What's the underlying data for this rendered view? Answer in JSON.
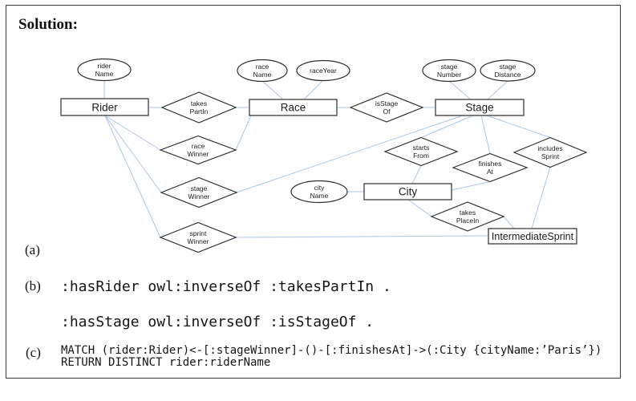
{
  "title": "Solution:",
  "colors": {
    "connector": "#aec6e8",
    "shape_stroke": "#2e2e2e",
    "entity_stroke": "#4a4a4a",
    "frame_border": "#3c3c3c"
  },
  "diagram": {
    "entities": [
      {
        "label": "Rider"
      },
      {
        "label": "Race"
      },
      {
        "label": "Stage"
      },
      {
        "label": "City"
      },
      {
        "label": "IntermediateSprint"
      }
    ],
    "attributes": [
      {
        "label": "rider\nName"
      },
      {
        "label": "race\nName"
      },
      {
        "label": "raceYear"
      },
      {
        "label": "stage\nNumber"
      },
      {
        "label": "stage\nDistance"
      },
      {
        "label": "city\nName"
      }
    ],
    "relationships": [
      {
        "label": "takes\nPartIn"
      },
      {
        "label": "isStage\nOf"
      },
      {
        "label": "race\nWinner"
      },
      {
        "label": "stage\nWinner"
      },
      {
        "label": "sprint\nWinner"
      },
      {
        "label": "starts\nFrom"
      },
      {
        "label": "finishes\nAt"
      },
      {
        "label": "includes\nSprint"
      },
      {
        "label": "takes\nPlaceIn"
      }
    ]
  },
  "parts": {
    "a_label": "(a)",
    "b_label": "(b)",
    "b_line1": ":hasRider owl:inverseOf :takesPartIn .",
    "b_line2": ":hasStage owl:inverseOf :isStageOf .",
    "c_label": "(c)",
    "c_line1": "MATCH (rider:Rider)<-[:stageWinner]-()-[:finishesAt]->(:City {cityName:’Paris’})",
    "c_line2": "RETURN DISTINCT rider:riderName"
  }
}
